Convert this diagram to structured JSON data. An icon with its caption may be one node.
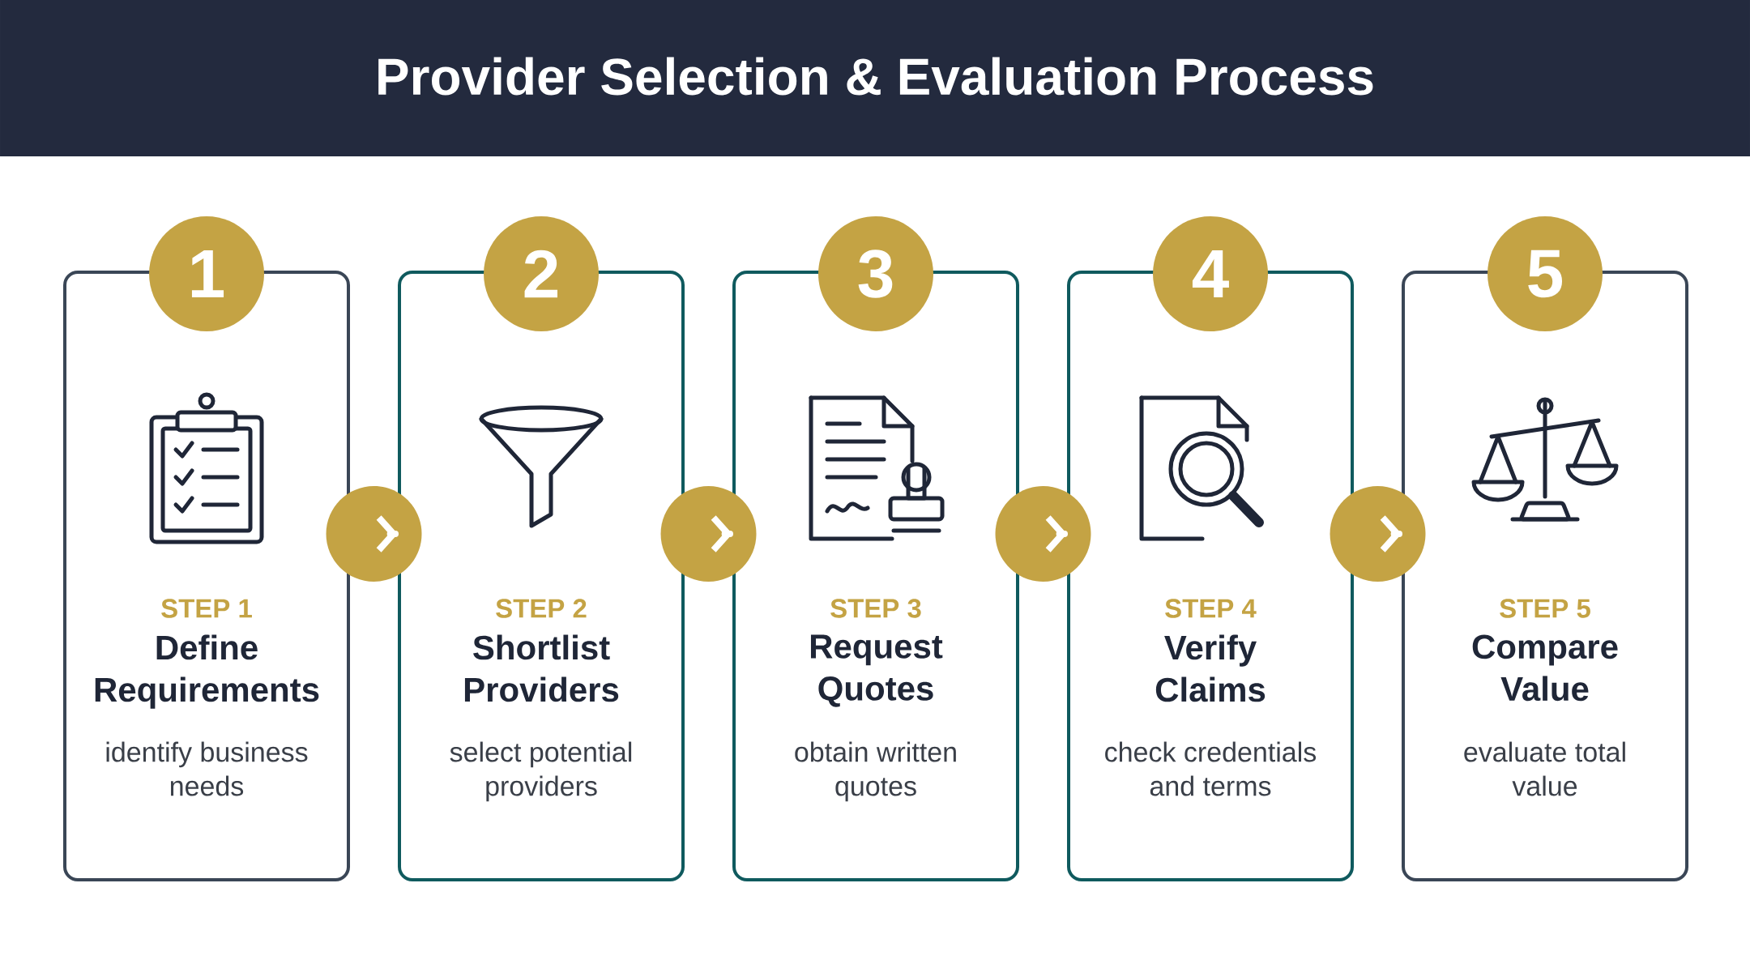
{
  "diagram": {
    "title": "Provider Selection & Evaluation Process",
    "nodes": [
      {
        "text": [
          "1"
        ]
      },
      {
        "text": [
          "STEP 1",
          "Define Requirements",
          "identify business needs"
        ]
      },
      {
        "text": [
          "2"
        ]
      },
      {
        "text": [
          "STEP 2",
          "Shortlist Providers",
          "select potential providers"
        ]
      },
      {
        "text": [
          "3"
        ]
      },
      {
        "text": [
          "STEP 3",
          "Request Quotes",
          "obtain written quotes"
        ]
      },
      {
        "text": [
          "4"
        ]
      },
      {
        "text": [
          "STEP 4",
          "Verify Claims",
          "check credentials and terms"
        ]
      },
      {
        "text": [
          "5"
        ]
      },
      {
        "text": [
          "STEP 5",
          "Compare Value",
          "evaluate total value"
        ]
      }
    ],
    "edges": [
      {
        "from": 1,
        "to": 3,
        "arrow": "to"
      },
      {
        "from": 3,
        "to": 5,
        "arrow": "to"
      },
      {
        "from": 5,
        "to": 7,
        "arrow": "to"
      },
      {
        "from": 7,
        "to": 9,
        "arrow": "to"
      }
    ]
  }
}
